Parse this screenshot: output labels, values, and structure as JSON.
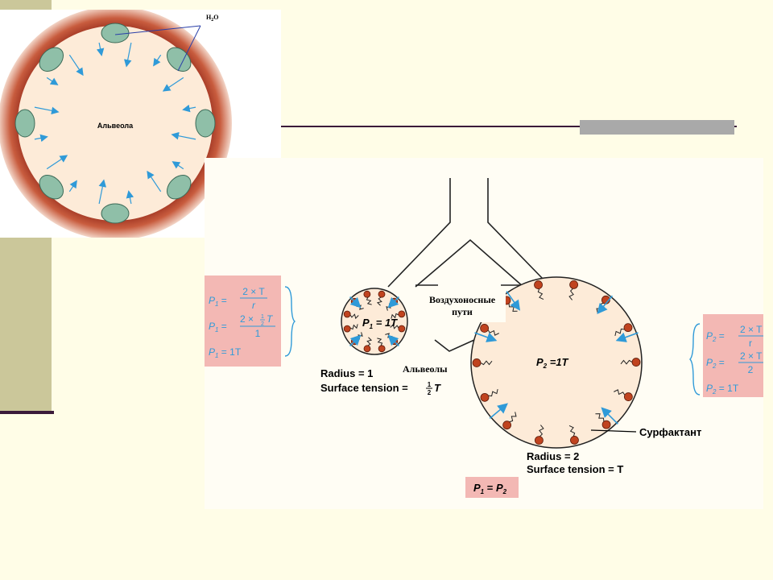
{
  "top_figure": {
    "center_label": "Альвеола",
    "water_label": "H",
    "water_sub": "2",
    "water_label_end": "O"
  },
  "bottom_figure": {
    "airways_label_line1": "Воздухоносные",
    "airways_label_line2": "пути",
    "alveoli_label": "Альвеолы",
    "surfactant_label": "Сурфактант",
    "small": {
      "inner_label": "P",
      "inner_sub": "1",
      "inner_value": " = 1T",
      "radius_text": "Radius = 1",
      "tension_prefix": "Surface tension = ",
      "tension_num": "1",
      "tension_den": "2",
      "tension_suffix": "T"
    },
    "large": {
      "inner_label": "P",
      "inner_sub": "2",
      "inner_value": " =1T",
      "radius_text": "Radius = 2",
      "tension_text": "Surface tension = T"
    },
    "left_formulas": {
      "p": "P",
      "sub": "1",
      "eq": " = ",
      "f1_num": "2 × T",
      "f1_den": "r",
      "f2_num_a": "2 × ",
      "f2_num_frac_n": "1",
      "f2_num_frac_d": "2",
      "f2_num_b": "T",
      "f2_den": "1",
      "f3": "1T"
    },
    "right_formulas": {
      "p": "P",
      "sub": "2",
      "eq": " = ",
      "f1_num": "2 × T",
      "f1_den": "r",
      "f2_num": "2 × T",
      "f2_den": "2",
      "f3": "1T"
    },
    "equality": {
      "p1": "P",
      "sub1": "1",
      "eq": " = ",
      "p2": "P",
      "sub2": "2"
    }
  },
  "colors": {
    "background": "#fffde7",
    "accent_bar": "#cbc79a",
    "rule": "#3a1a3a",
    "alveolus_fill": "#fdebd8",
    "rim": "#b0402a",
    "water_drop": "#8fbfa8",
    "arrow": "#2f9ad8",
    "formula_text": "#2f9ad8",
    "formula_box": "#f3b8b4",
    "surfactant_head": "#c0431f"
  }
}
